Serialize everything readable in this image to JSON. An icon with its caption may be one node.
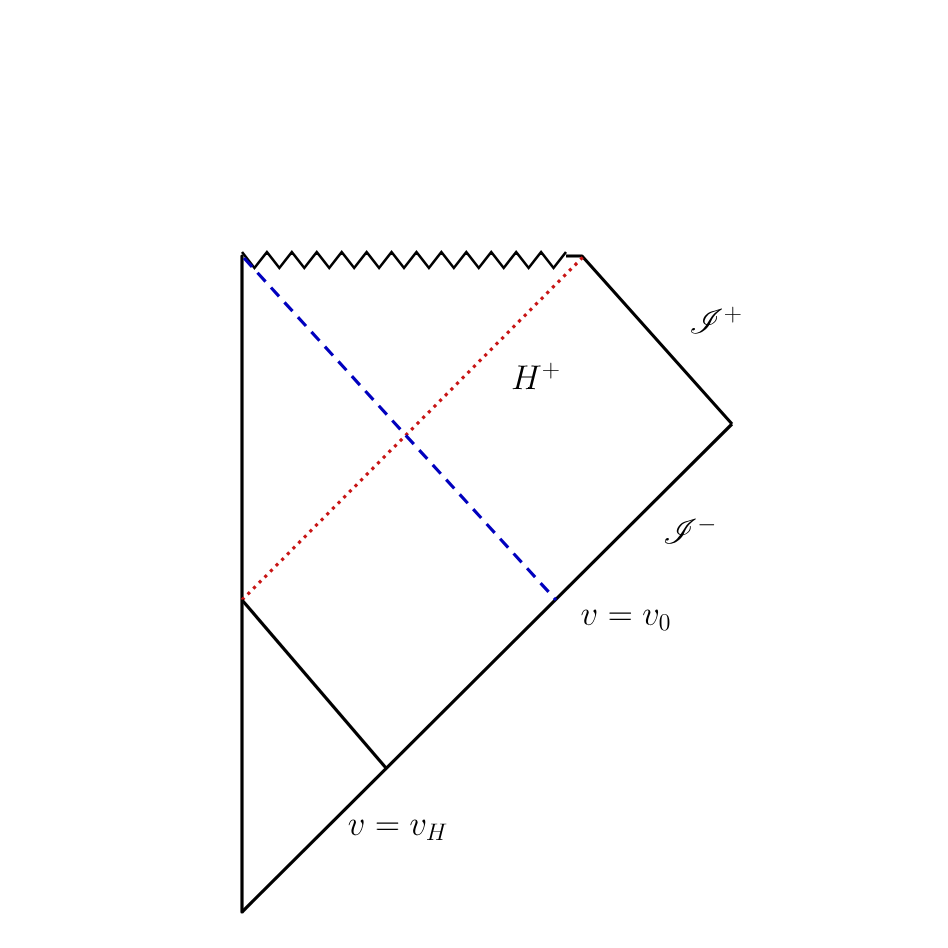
{
  "diagram": {
    "labels": [
      "H^{+}",
      "\\mathscr{I}^{+}",
      "\\mathscr{I}^{-}",
      "v = v_0",
      "v = v_H"
    ]
  }
}
